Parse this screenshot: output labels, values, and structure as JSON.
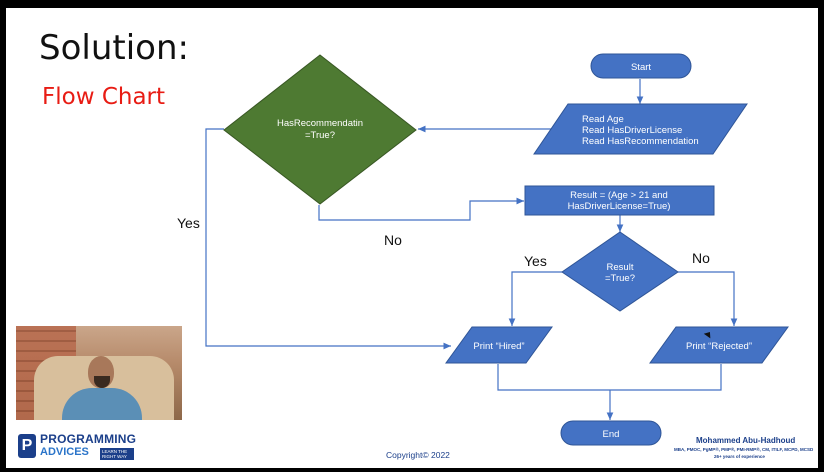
{
  "slide": {
    "title": "Solution:",
    "subtitle": "Flow Chart",
    "colors": {
      "title_red": "#e81c14",
      "node_blue": "#4472c4",
      "node_blue_dark": "#2f5597",
      "decision_green": "#4e7a32",
      "connector": "#4472c4"
    }
  },
  "flowchart": {
    "start": "Start",
    "input_lines": [
      "Read Age",
      "Read HasDriverLicense",
      "Read HasRecommendation"
    ],
    "decision_recommendation_lines": [
      "HasRecommendatin",
      "=True?"
    ],
    "process_lines": [
      "Result = (Age > 21 and",
      "HasDriverLicense=True)"
    ],
    "decision_result_lines": [
      "Result",
      "=True?"
    ],
    "output_hired": "Print “Hired”",
    "output_rejected": "Print “Rejected”",
    "end": "End",
    "label_yes_left": "Yes",
    "label_no_mid": "No",
    "label_yes_result": "Yes",
    "label_no_result": "No"
  },
  "footer": {
    "logo_line1": "PROGRAMMING",
    "logo_line2": "ADVICES",
    "logo_tag": "LEARN THE RIGHT WAY",
    "copyright": "Copyright© 2022",
    "author": "Mohammed Abu-Hadhoud",
    "credentials": "MBA, PMOC, PgMP®, PMP®, PMI-RMP®, CM, ITILF, MCPD, MCSD",
    "experience": "26+ years of experience"
  },
  "webcam": {
    "icon": "presenter-video-icon"
  }
}
